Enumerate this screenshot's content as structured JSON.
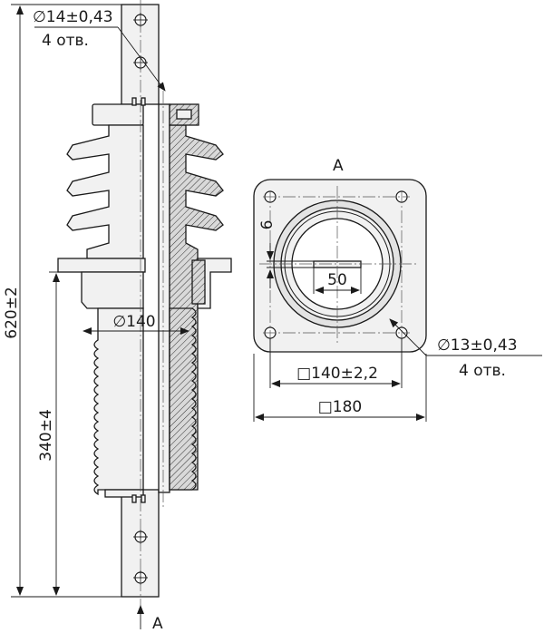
{
  "labels": {
    "top_hole_dim": "∅14±0,43",
    "top_hole_count": "4 отв.",
    "total_height": "620±2",
    "lower_height": "340±4",
    "diameter_body": "∅140",
    "view_label_bottom": "A",
    "view_label_top": "A",
    "slot_height": "6",
    "slot_width": "50",
    "flange_hole_dim": "∅13±0,43",
    "flange_hole_count": "4 отв.",
    "hole_spacing": "□140±2,2",
    "flange_size": "□180"
  },
  "colors": {
    "line": "#1a1a1a",
    "body": "#f1f1f1",
    "hatch_bg": "#d9d9d9"
  }
}
